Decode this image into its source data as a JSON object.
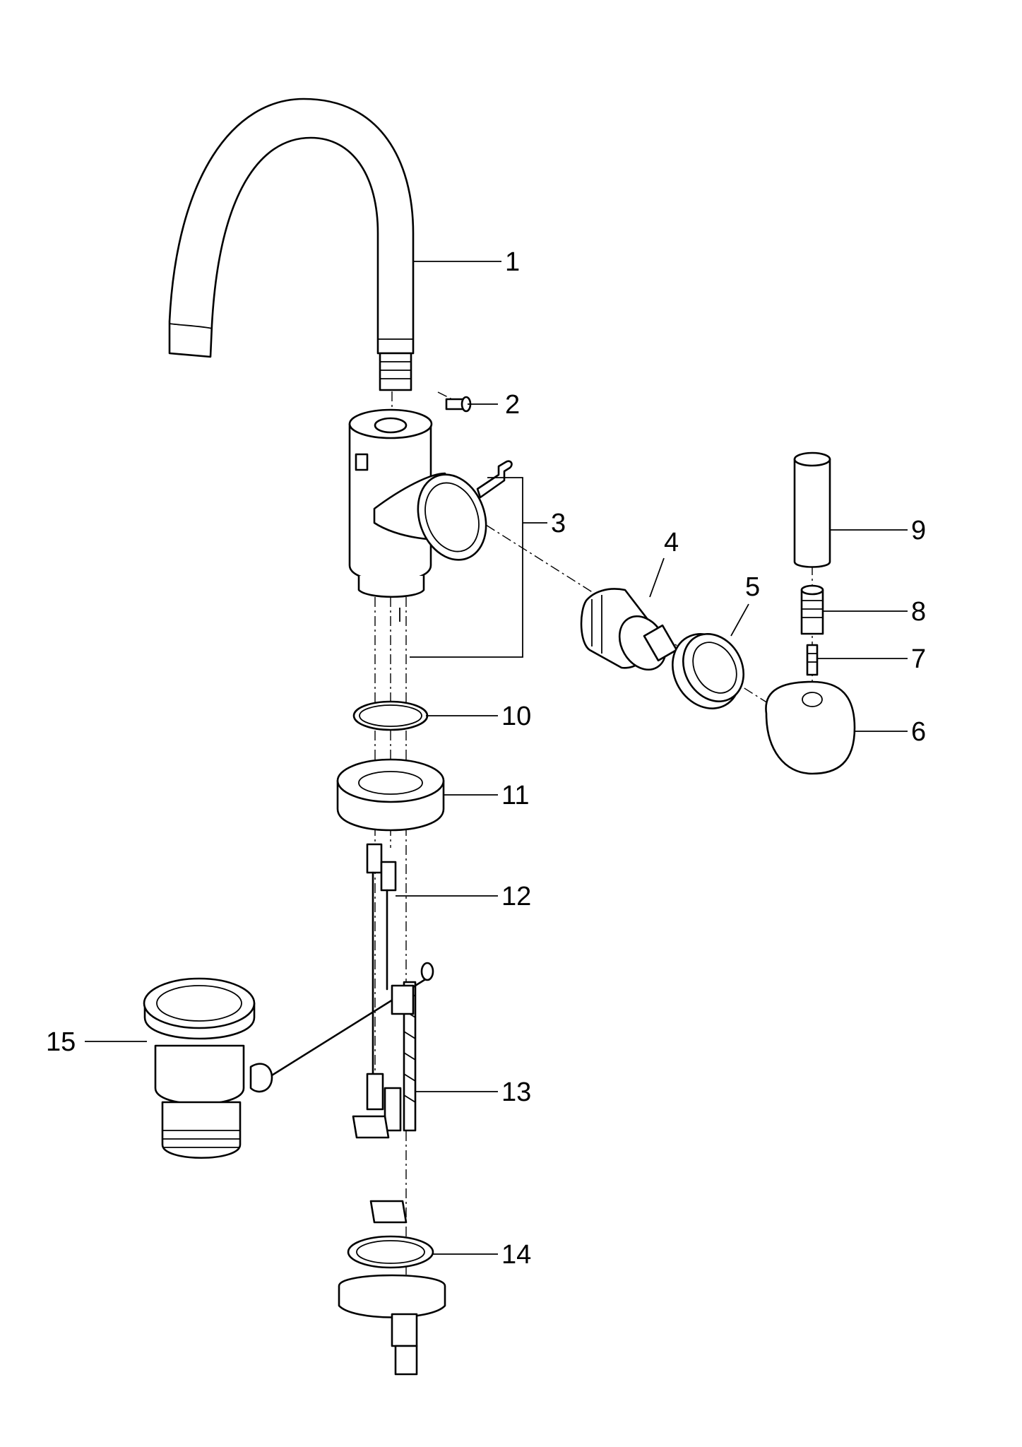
{
  "diagram": {
    "type": "exploded-parts-view",
    "parts": [
      {
        "label": "1",
        "icon": "spout-icon"
      },
      {
        "label": "2",
        "icon": "screw-icon"
      },
      {
        "label": "3",
        "icon": "faucet-body-icon"
      },
      {
        "label": "4",
        "icon": "cartridge-icon"
      },
      {
        "label": "5",
        "icon": "ring-nut-icon"
      },
      {
        "label": "6",
        "icon": "handle-icon"
      },
      {
        "label": "7",
        "icon": "set-screw-icon"
      },
      {
        "label": "8",
        "icon": "threaded-adapter-icon"
      },
      {
        "label": "9",
        "icon": "lever-pin-icon"
      },
      {
        "label": "10",
        "icon": "o-ring-icon"
      },
      {
        "label": "11",
        "icon": "base-flange-icon"
      },
      {
        "label": "12",
        "icon": "supply-hose-icon"
      },
      {
        "label": "13",
        "icon": "threaded-rod-icon"
      },
      {
        "label": "14",
        "icon": "mounting-kit-icon"
      },
      {
        "label": "15",
        "icon": "pop-up-waste-icon"
      }
    ]
  },
  "colors": {
    "line": "#000000",
    "background": "#ffffff"
  }
}
